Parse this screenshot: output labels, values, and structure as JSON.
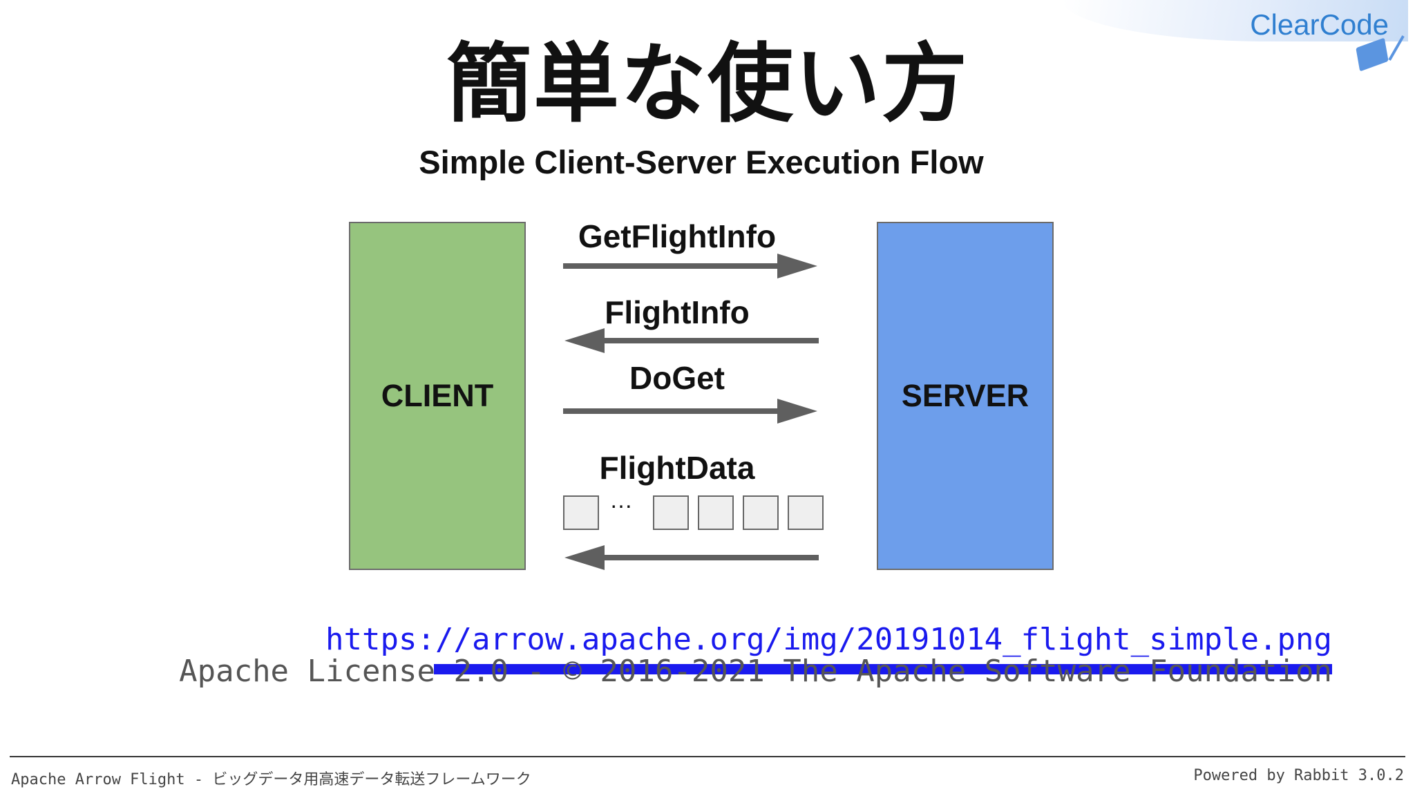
{
  "slide": {
    "title": "簡単な使い方"
  },
  "logo": {
    "text": "ClearCode",
    "brand_color": "#2f7fd0"
  },
  "diagram": {
    "title": "Simple Client-Server Execution Flow",
    "client_label": "CLIENT",
    "server_label": "SERVER",
    "client_color": "#96c47e",
    "server_color": "#6d9eeb",
    "messages": [
      {
        "label": "GetFlightInfo",
        "direction": "to-server"
      },
      {
        "label": "FlightInfo",
        "direction": "to-client"
      },
      {
        "label": "DoGet",
        "direction": "to-server"
      },
      {
        "label": "FlightData",
        "direction": "to-client"
      }
    ],
    "data_ellipsis": "…"
  },
  "credit": {
    "url": "https://arrow.apache.org/img/20191014_flight_simple.png",
    "license": "Apache License 2.0 - © 2016-2021 The Apache Software Foundation"
  },
  "footer": {
    "left": "Apache Arrow Flight - ビッグデータ用高速データ転送フレームワーク",
    "right": "Powered by Rabbit 3.0.2"
  }
}
